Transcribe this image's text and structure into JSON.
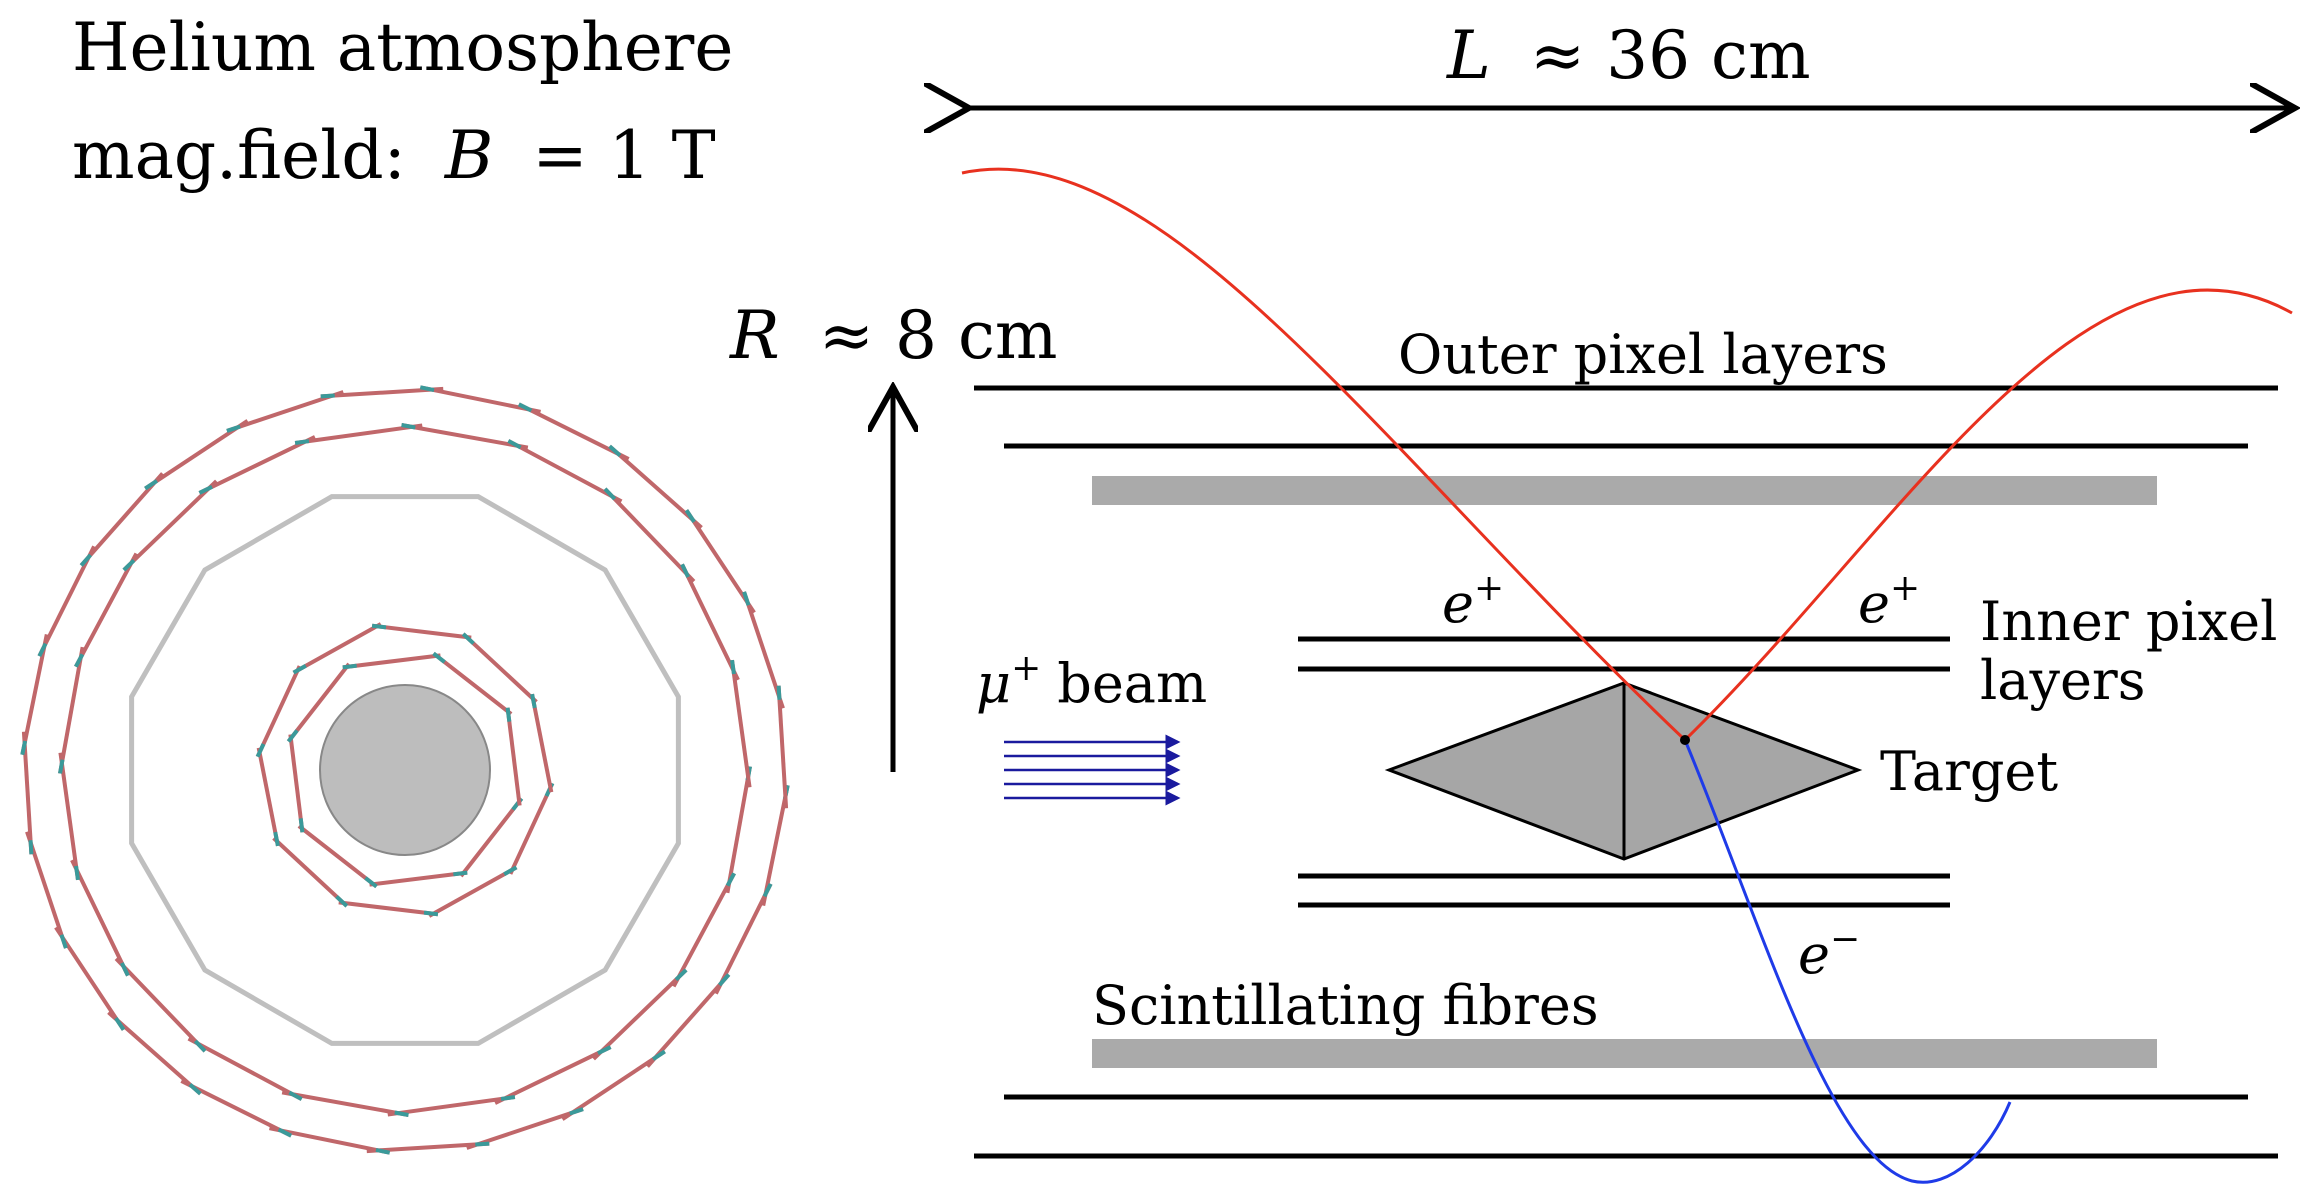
{
  "header": {
    "line1": "Helium atmosphere",
    "line2_prefix": "mag.field:",
    "field_symbol": "B",
    "field_value": "= 1 T"
  },
  "dimensions": {
    "length_symbol": "L",
    "length_value": "≈ 36 cm",
    "radius_symbol": "R",
    "radius_value": "≈ 8 cm"
  },
  "labels": {
    "outer_pixel": "Outer pixel layers",
    "inner_pixel_line1": "Inner pixel",
    "inner_pixel_line2": "layers",
    "target": "Target",
    "scint": "Scintillating fibres",
    "beam_symbol": "μ",
    "beam_sup": "+",
    "beam_word": "beam",
    "positron_symbol": "e",
    "positron_sup": "+",
    "electron_symbol": "e",
    "electron_sup": "−"
  },
  "colors": {
    "positron_track": "#e8311f",
    "electron_track": "#1f3be8",
    "beam": "#1a1a9e",
    "pixel_module": "#c0676a",
    "module_edge": "#3a9a9a",
    "fibre": "#aaaaaa",
    "target": "#a6a6a6",
    "fibre_ring": "#bfbfbf"
  }
}
